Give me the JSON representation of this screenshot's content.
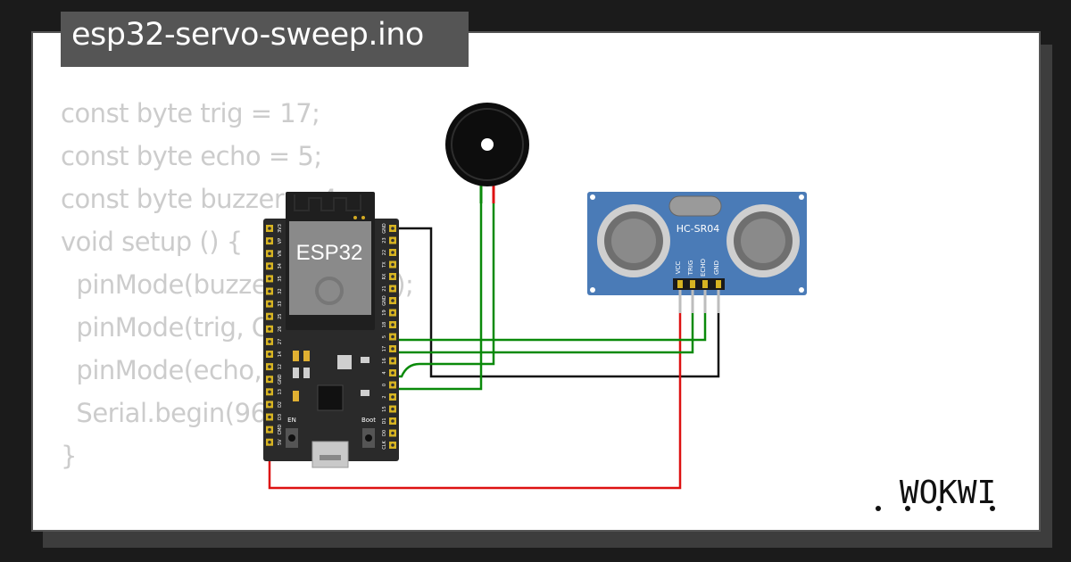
{
  "window": {
    "title": "esp32-servo-sweep.ino"
  },
  "code": {
    "lines": [
      "const byte trig = 17;",
      "const byte echo = 5;",
      "const byte buzzer = 4;",
      "void setup () {",
      "  pinMode(buzzer, OUTPUT);",
      "  pinMode(trig, OUTPUT);",
      "  pinMode(echo, INPUT);",
      "  Serial.begin(9600);",
      "}"
    ]
  },
  "esp32": {
    "label": "ESP32",
    "button_en": "EN",
    "button_boot": "Boot",
    "pins_left": [
      "3V3",
      "VP",
      "VN",
      "34",
      "35",
      "32",
      "33",
      "25",
      "26",
      "27",
      "14",
      "12",
      "GND",
      "13",
      "D2",
      "D3",
      "CMD",
      "5V"
    ],
    "pins_right": [
      "GND",
      "23",
      "22",
      "TX",
      "RX",
      "21",
      "GND",
      "19",
      "18",
      "5",
      "17",
      "16",
      "4",
      "0",
      "2",
      "15",
      "D1",
      "D0",
      "CLK"
    ]
  },
  "sensor": {
    "label": "HC-SR04",
    "pins": [
      "VCC",
      "TRIG",
      "ECHO",
      "GND"
    ]
  },
  "brand": {
    "logo": "WOKWI"
  },
  "colors": {
    "page_background": "#1b1b1b",
    "title_bar": "#555555",
    "code_text": "#cccccc",
    "board": "#2a2a2a",
    "sensor": "#4a7bb7",
    "wire_green": "#0a8a0a",
    "wire_black": "#111111",
    "wire_red": "#dd1111"
  }
}
